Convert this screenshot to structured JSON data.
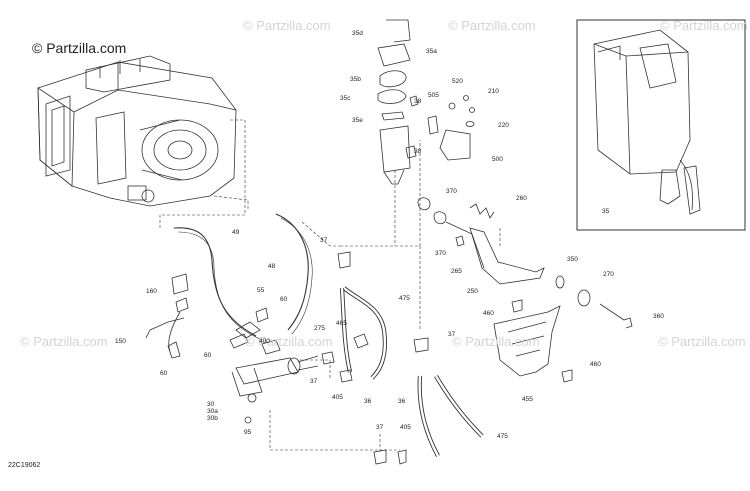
{
  "brand_label": "© Partzilla.com",
  "watermark_text": "© Partzilla.com",
  "diagram_code": "22C19062",
  "callouts": [
    {
      "id": "35d",
      "text": "35d"
    },
    {
      "id": "35a",
      "text": "35a"
    },
    {
      "id": "35b",
      "text": "35b"
    },
    {
      "id": "35c",
      "text": "35c"
    },
    {
      "id": "35e",
      "text": "35e"
    },
    {
      "id": "38a",
      "text": "38"
    },
    {
      "id": "38b",
      "text": "38"
    },
    {
      "id": "505",
      "text": "505"
    },
    {
      "id": "520",
      "text": "520"
    },
    {
      "id": "210",
      "text": "210"
    },
    {
      "id": "220",
      "text": "220"
    },
    {
      "id": "500",
      "text": "500"
    },
    {
      "id": "370a",
      "text": "370"
    },
    {
      "id": "370b",
      "text": "370"
    },
    {
      "id": "260",
      "text": "260"
    },
    {
      "id": "265",
      "text": "265"
    },
    {
      "id": "250",
      "text": "250"
    },
    {
      "id": "350",
      "text": "350"
    },
    {
      "id": "270",
      "text": "270"
    },
    {
      "id": "360",
      "text": "360"
    },
    {
      "id": "460a",
      "text": "460"
    },
    {
      "id": "460b",
      "text": "460"
    },
    {
      "id": "455",
      "text": "455"
    },
    {
      "id": "49",
      "text": "49"
    },
    {
      "id": "48",
      "text": "48"
    },
    {
      "id": "37a",
      "text": "37"
    },
    {
      "id": "37b",
      "text": "37"
    },
    {
      "id": "37c",
      "text": "37"
    },
    {
      "id": "37d",
      "text": "37"
    },
    {
      "id": "475a",
      "text": "475"
    },
    {
      "id": "475b",
      "text": "475"
    },
    {
      "id": "465",
      "text": "465"
    },
    {
      "id": "405a",
      "text": "405"
    },
    {
      "id": "405b",
      "text": "405"
    },
    {
      "id": "36a",
      "text": "36"
    },
    {
      "id": "36b",
      "text": "36"
    },
    {
      "id": "275",
      "text": "275"
    },
    {
      "id": "160",
      "text": "160"
    },
    {
      "id": "150",
      "text": "150"
    },
    {
      "id": "55",
      "text": "55"
    },
    {
      "id": "60a",
      "text": "60"
    },
    {
      "id": "60b",
      "text": "60"
    },
    {
      "id": "60c",
      "text": "60"
    },
    {
      "id": "400",
      "text": "400"
    },
    {
      "id": "30",
      "text": "30"
    },
    {
      "id": "30a",
      "text": "30a"
    },
    {
      "id": "30b",
      "text": "30b"
    },
    {
      "id": "95",
      "text": "95"
    },
    {
      "id": "35",
      "text": "35"
    }
  ]
}
